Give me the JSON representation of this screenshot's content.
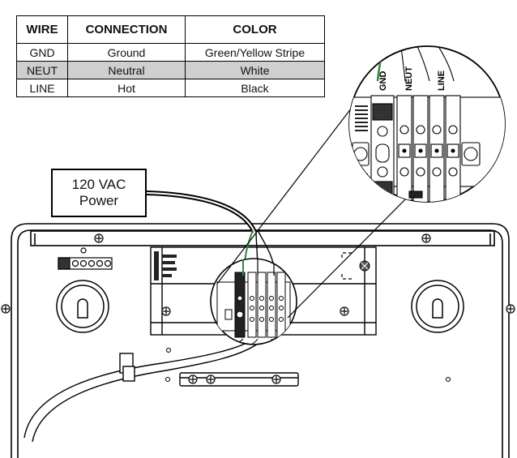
{
  "wiring_table": {
    "headers": [
      "WIRE",
      "CONNECTION",
      "COLOR"
    ],
    "rows": [
      {
        "wire": "GND",
        "connection": "Ground",
        "color": "Green/Yellow Stripe",
        "shaded": false
      },
      {
        "wire": "NEUT",
        "connection": "Neutral",
        "color": "White",
        "shaded": true
      },
      {
        "wire": "LINE",
        "connection": "Hot",
        "color": "Black",
        "shaded": false
      }
    ]
  },
  "power_label": {
    "line1": "120 VAC",
    "line2": "Power"
  },
  "terminal_labels": [
    "GND",
    "NEUT",
    "LINE"
  ],
  "colors": {
    "ground_wire": "#2e8b3a",
    "table_shade": "#cfcfcf",
    "line": "#000000"
  }
}
